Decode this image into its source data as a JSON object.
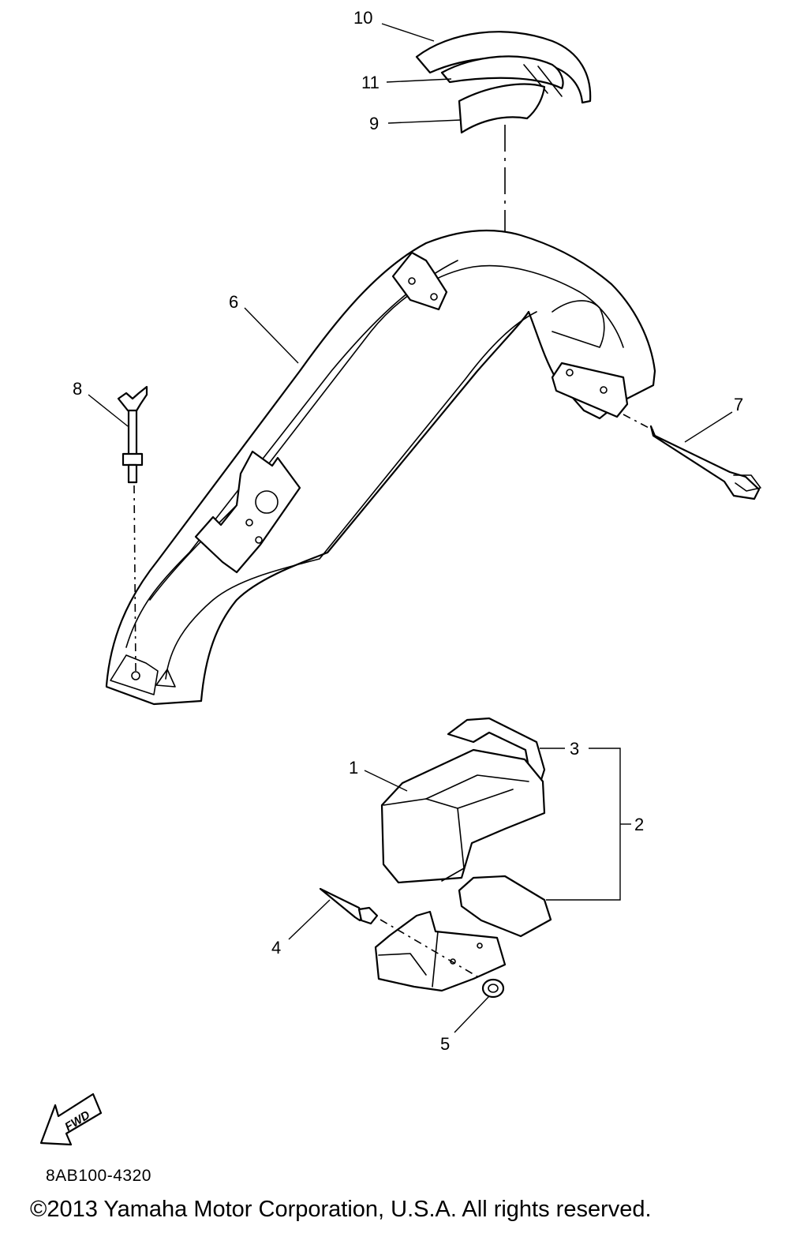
{
  "callouts": {
    "c1": "1",
    "c2": "2",
    "c3": "3",
    "c4": "4",
    "c5": "5",
    "c6": "6",
    "c7": "7",
    "c8": "8",
    "c9": "9",
    "c10": "10",
    "c11": "11"
  },
  "fwd_label": "FWD",
  "figure_code": "8AB100-4320",
  "copyright": "©2013 Yamaha Motor Corporation, U.S.A. All rights reserved."
}
